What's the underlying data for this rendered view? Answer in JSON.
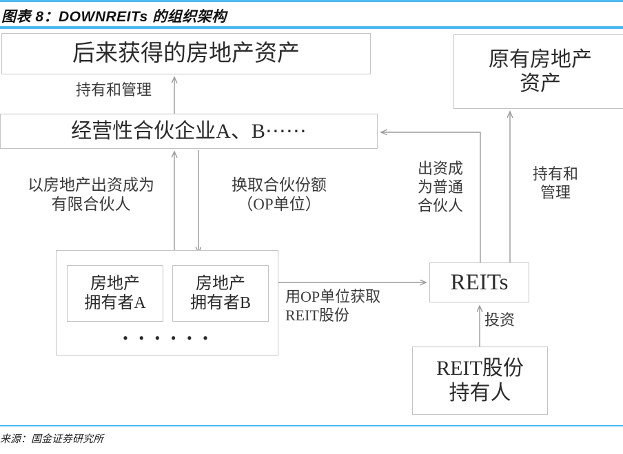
{
  "title": "图表 8：DOWNREITs 的组织架构",
  "source": "来源：国金证券研究所",
  "colors": {
    "rule_blue": "#4db8f0",
    "box_border": "#c3c3c3",
    "edge_gray": "#9a9a9a",
    "text": "#2b2b2b"
  },
  "nodes": {
    "acquired_assets": "后来获得的房地产资产",
    "existing_assets": "原有房地产\n资产",
    "operating_partnership": "经营性合伙企业A、B⋯⋯",
    "owner_a": "房地产\n拥有者A",
    "owner_b": "房地产\n拥有者B",
    "owners_ellipsis": "• • • • • •",
    "reits": "REITs",
    "reit_holders": "REIT股份\n持有人"
  },
  "edge_labels": {
    "hold_and_manage_left": "持有和管理",
    "contribute_as_lp": "以房地产出资成为\n有限合伙人",
    "exchange_op_units": "换取合伙份额\n（OP单位）",
    "contribute_as_gp": "出资成\n为普通\n合伙人",
    "hold_and_manage_right": "持有和\n管理",
    "op_units_for_reit_shares": "用OP单位获取\nREIT股份",
    "invest": "投资"
  }
}
